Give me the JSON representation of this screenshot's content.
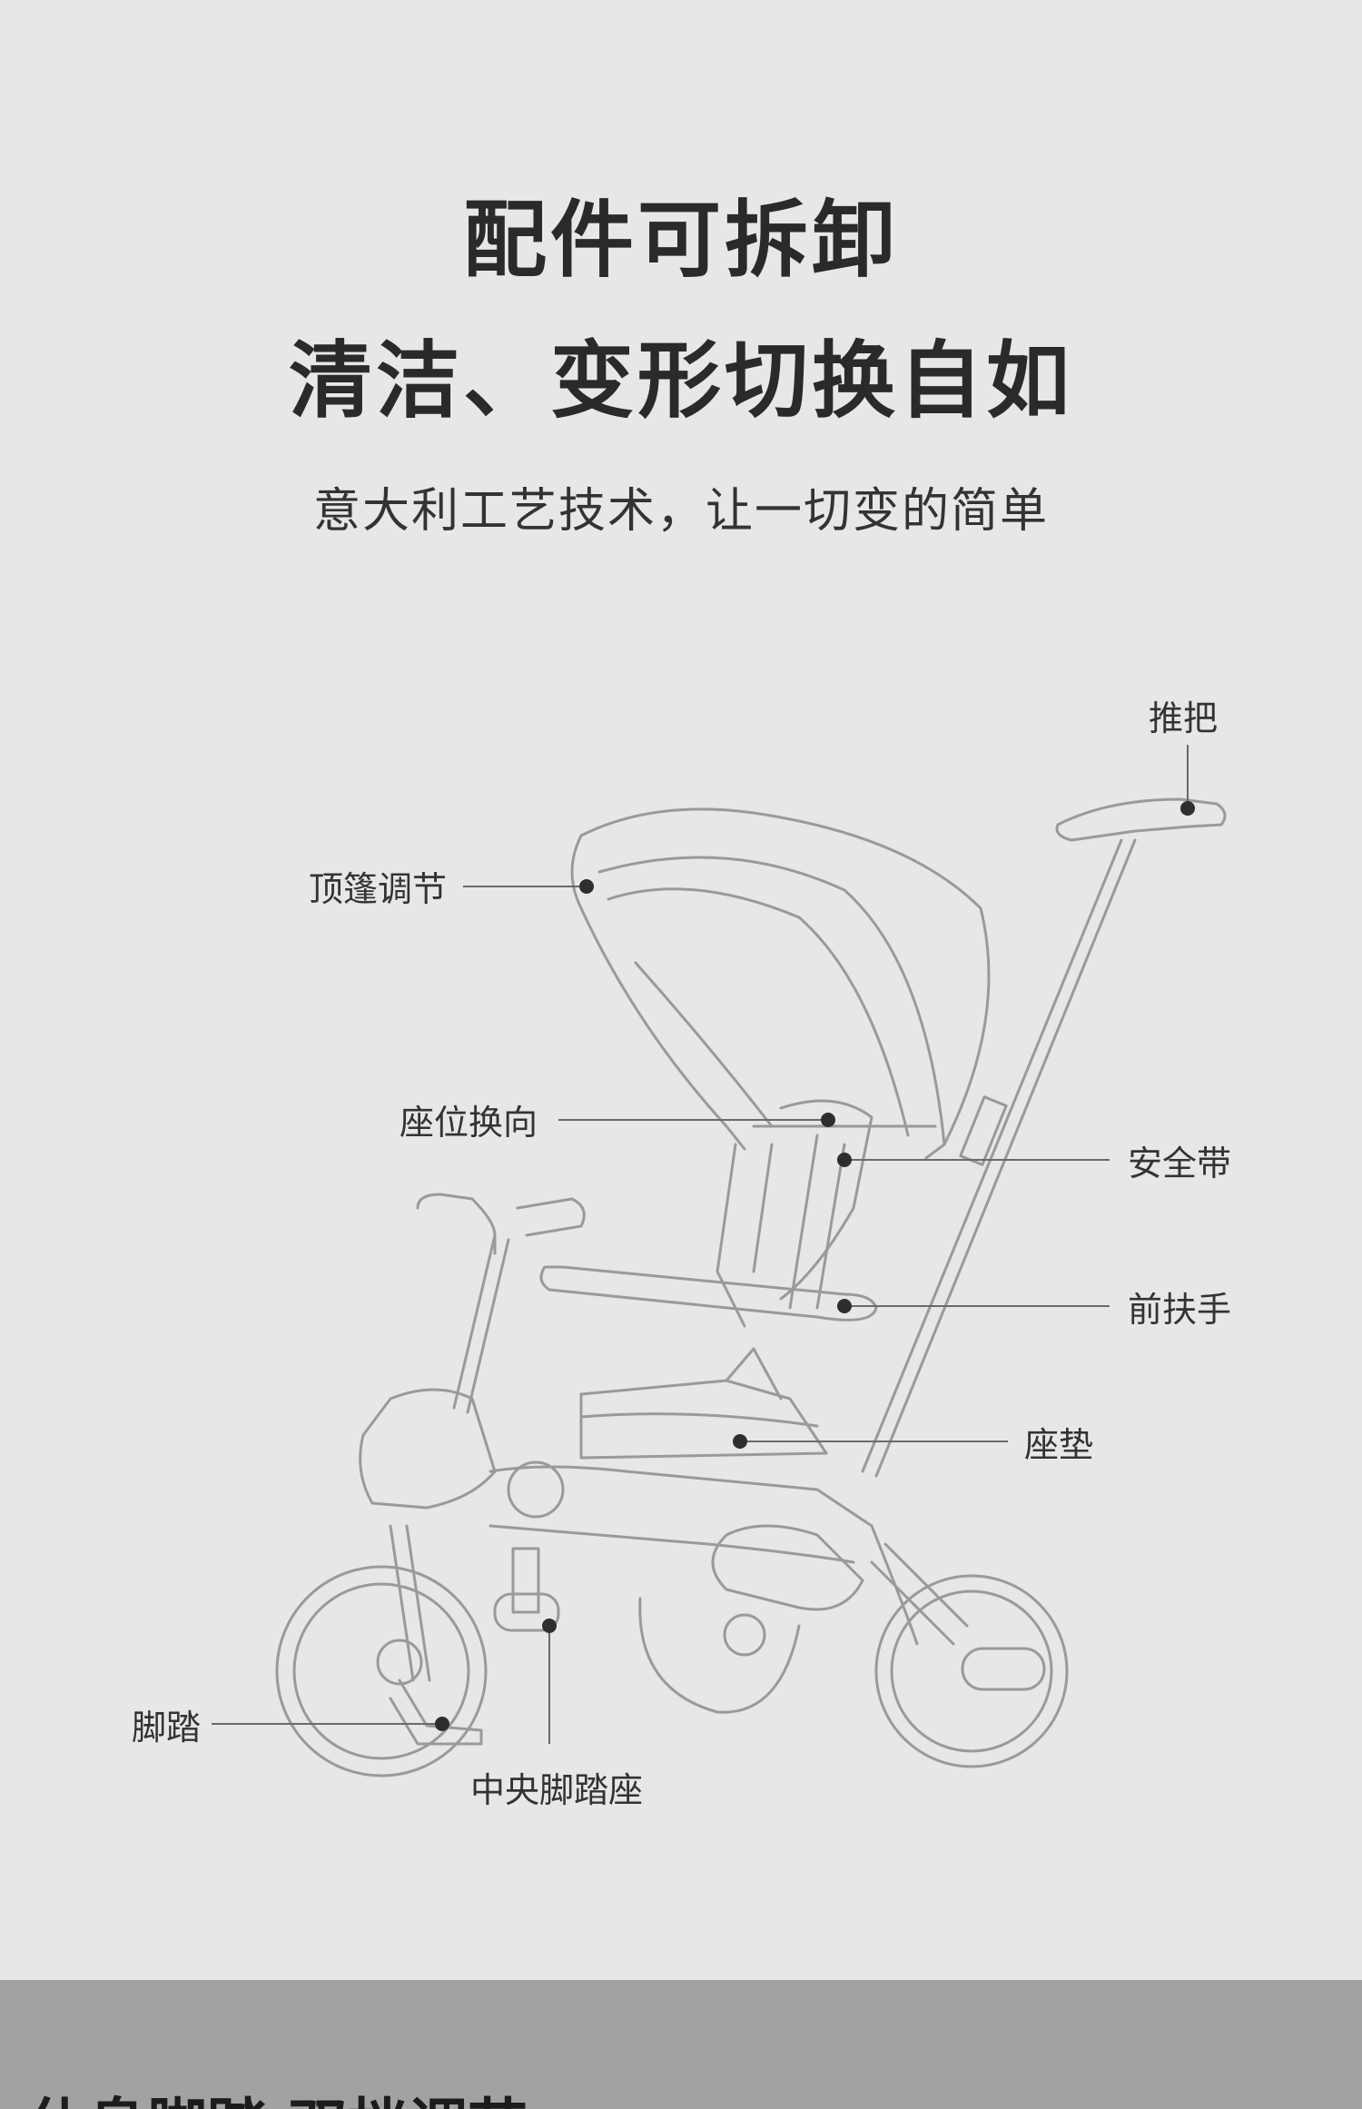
{
  "header": {
    "title_line1": "配件可拆卸",
    "title_line2": "清洁、变形切换自如",
    "subtitle": "意大利工艺技术，让一切变的简单"
  },
  "callouts": {
    "push_handle": "推把",
    "canopy_adjust": "顶篷调节",
    "seat_reverse": "座位换向",
    "safety_belt": "安全带",
    "front_armrest": "前扶手",
    "seat_cushion": "座垫",
    "pedal": "脚踏",
    "center_footrest": "中央脚踏座"
  },
  "next_section": {
    "title": "休息脚踏 双档调节"
  }
}
